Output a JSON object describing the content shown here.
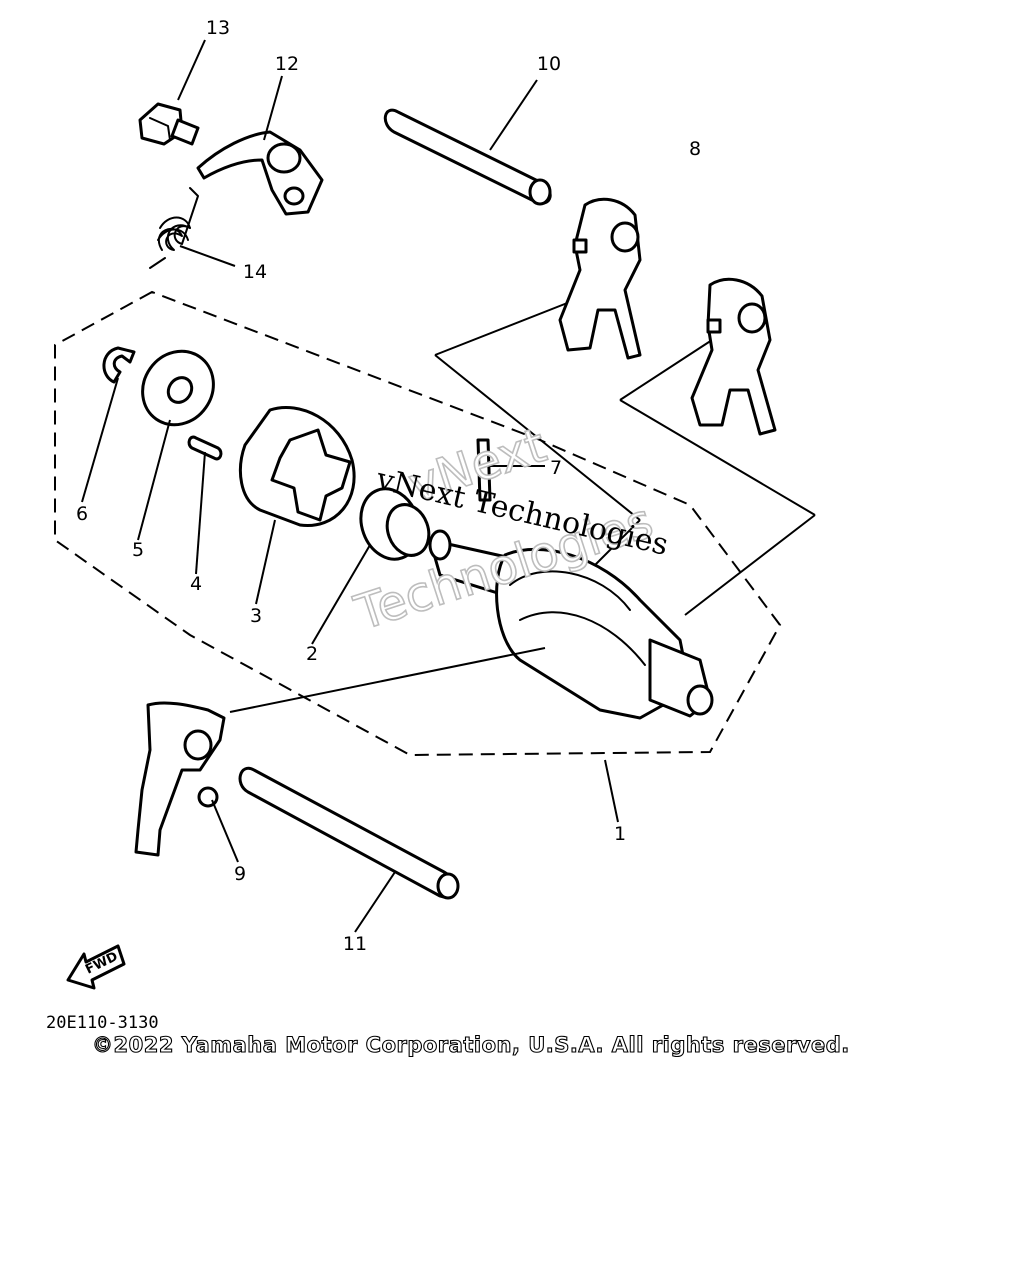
{
  "callouts": {
    "c1": "1",
    "c2": "2",
    "c3": "3",
    "c4": "4",
    "c5": "5",
    "c6": "6",
    "c7": "7",
    "c8": "8",
    "c9": "9",
    "c10": "10",
    "c11": "11",
    "c12": "12",
    "c13": "13",
    "c14": "14"
  },
  "watermarks": {
    "primary": "vNext Technologies",
    "secondary_line1": "vNext",
    "secondary_line2": "Technologies"
  },
  "fwd_label": "FWD",
  "diagram_code": "20E110-3130",
  "copyright": "©2022 Yamaha Motor Corporation, U.S.A. All rights reserved."
}
